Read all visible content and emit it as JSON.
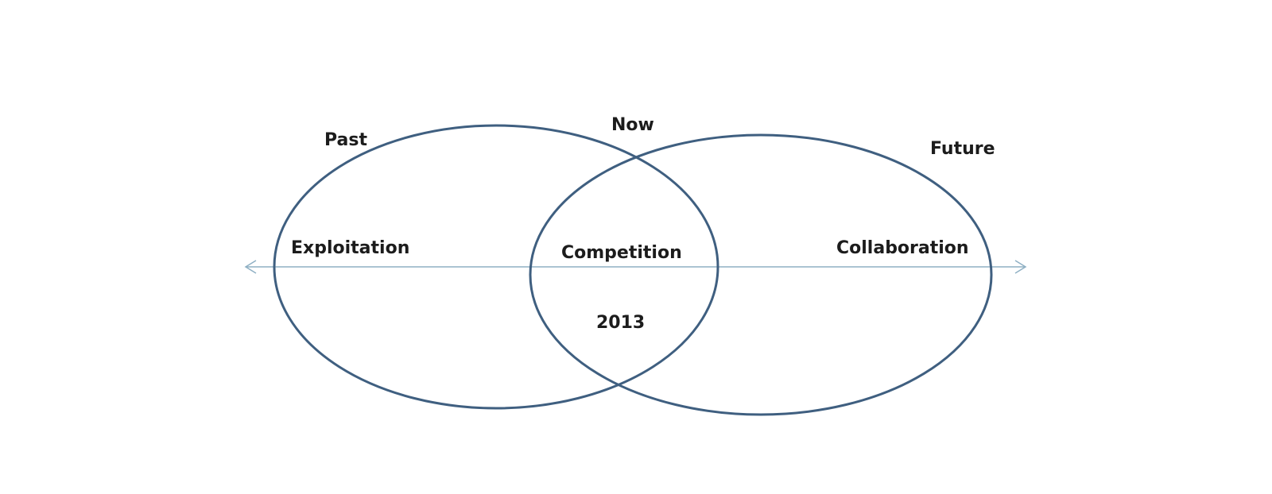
{
  "diagram": {
    "labels": {
      "past": "Past",
      "now": "Now",
      "future": "Future",
      "exploitation": "Exploitation",
      "competition": "Competition",
      "collaboration": "Collaboration",
      "year": "2013"
    },
    "colors": {
      "ellipse_stroke": "#3f5f80",
      "axis_stroke": "#8fb0c4",
      "text": "#1c1c1c",
      "background": "#ffffff"
    }
  }
}
